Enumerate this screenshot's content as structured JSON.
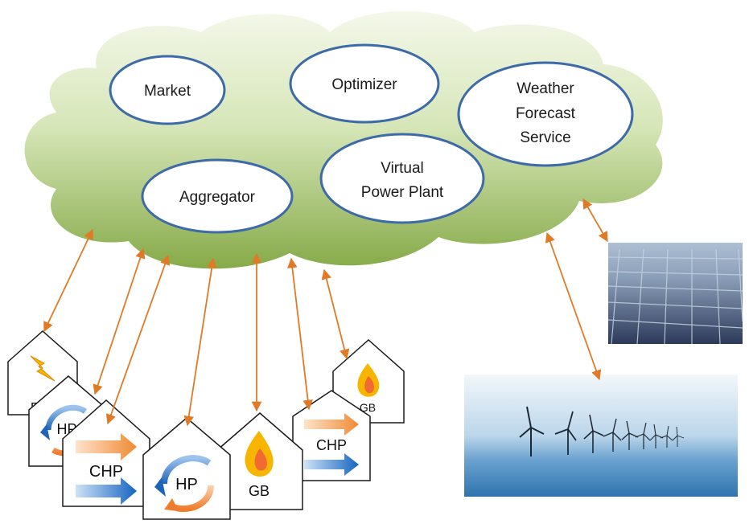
{
  "cloud": {
    "services": [
      {
        "id": "market",
        "lines": [
          "Market"
        ]
      },
      {
        "id": "optimizer",
        "lines": [
          "Optimizer"
        ]
      },
      {
        "id": "weather-forecast-service",
        "lines": [
          "Weather",
          "Forecast",
          "Service"
        ]
      },
      {
        "id": "aggregator",
        "lines": [
          "Aggregator"
        ]
      },
      {
        "id": "virtual-power-plant",
        "lines": [
          "Virtual",
          "Power Plant"
        ]
      }
    ]
  },
  "houses": {
    "electric": {
      "label": "E"
    },
    "hp_small": {
      "label": "HP"
    },
    "chp_large": {
      "label": "CHP"
    },
    "hp_large": {
      "label": "HP"
    },
    "gb_large": {
      "label": "GB"
    },
    "chp_small": {
      "label": "CHP"
    },
    "gb_small": {
      "label": "GB"
    }
  },
  "images": {
    "solar": {
      "icon": "solar-panel-photo"
    },
    "wind": {
      "icon": "offshore-wind-farm-photo"
    }
  },
  "colors": {
    "oval_stroke": "#3d6aa8",
    "arrow": "#e07a26",
    "cloud_top": "#eef4de",
    "cloud_bottom": "#8aac4e",
    "flame_outer": "#f7b500",
    "flame_inner": "#f06a32",
    "arrow_blue": "#1f6fc4",
    "arrow_orange": "#f59a4a"
  }
}
